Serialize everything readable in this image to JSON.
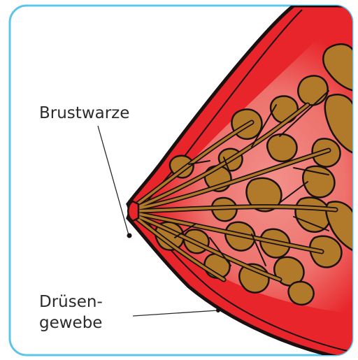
{
  "labels": {
    "nipple": "Brustwarze",
    "gland_line1": "Drüsen-",
    "gland_line2": "gewebe"
  },
  "colors": {
    "frame_border": "#5cc5e8",
    "tissue_red": "#e8252a",
    "tissue_light": "#f08a84",
    "gland_brown": "#b07a2a",
    "outline": "#1a1010"
  }
}
